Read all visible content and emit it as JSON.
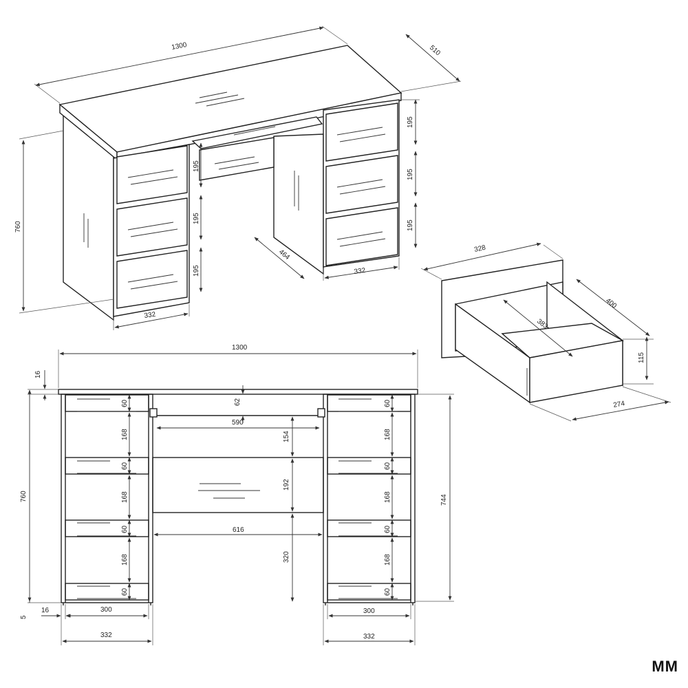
{
  "iso_view": {
    "width_top": "1300",
    "depth_top": "510",
    "height_left": "760",
    "drawer_height_1": "195",
    "drawer_height_2": "195",
    "drawer_height_3": "195",
    "drawer_height_4": "195",
    "drawer_height_5": "195",
    "drawer_height_6": "195",
    "side_depth": "464",
    "pedestal_width_left": "332",
    "pedestal_width_right": "332"
  },
  "drawer_view": {
    "width": "328",
    "depth": "400",
    "inner": "383",
    "height": "115",
    "bottom_width": "274"
  },
  "front_view": {
    "total_width": "1300",
    "top_thickness": "16",
    "total_height": "760",
    "inner_height": "744",
    "keyboard_tray_height": "62",
    "keyboard_tray_width": "590",
    "gap_1": "154",
    "center_drawer": "192",
    "legroom": "320",
    "center_width": "616",
    "rail": "60",
    "drawer_front": "168",
    "side_thickness": "16",
    "drawer_inner_width_left": "300",
    "drawer_inner_width_right": "300",
    "pedestal_left": "332",
    "pedestal_right": "332",
    "foot": "5"
  },
  "brand": "MM"
}
